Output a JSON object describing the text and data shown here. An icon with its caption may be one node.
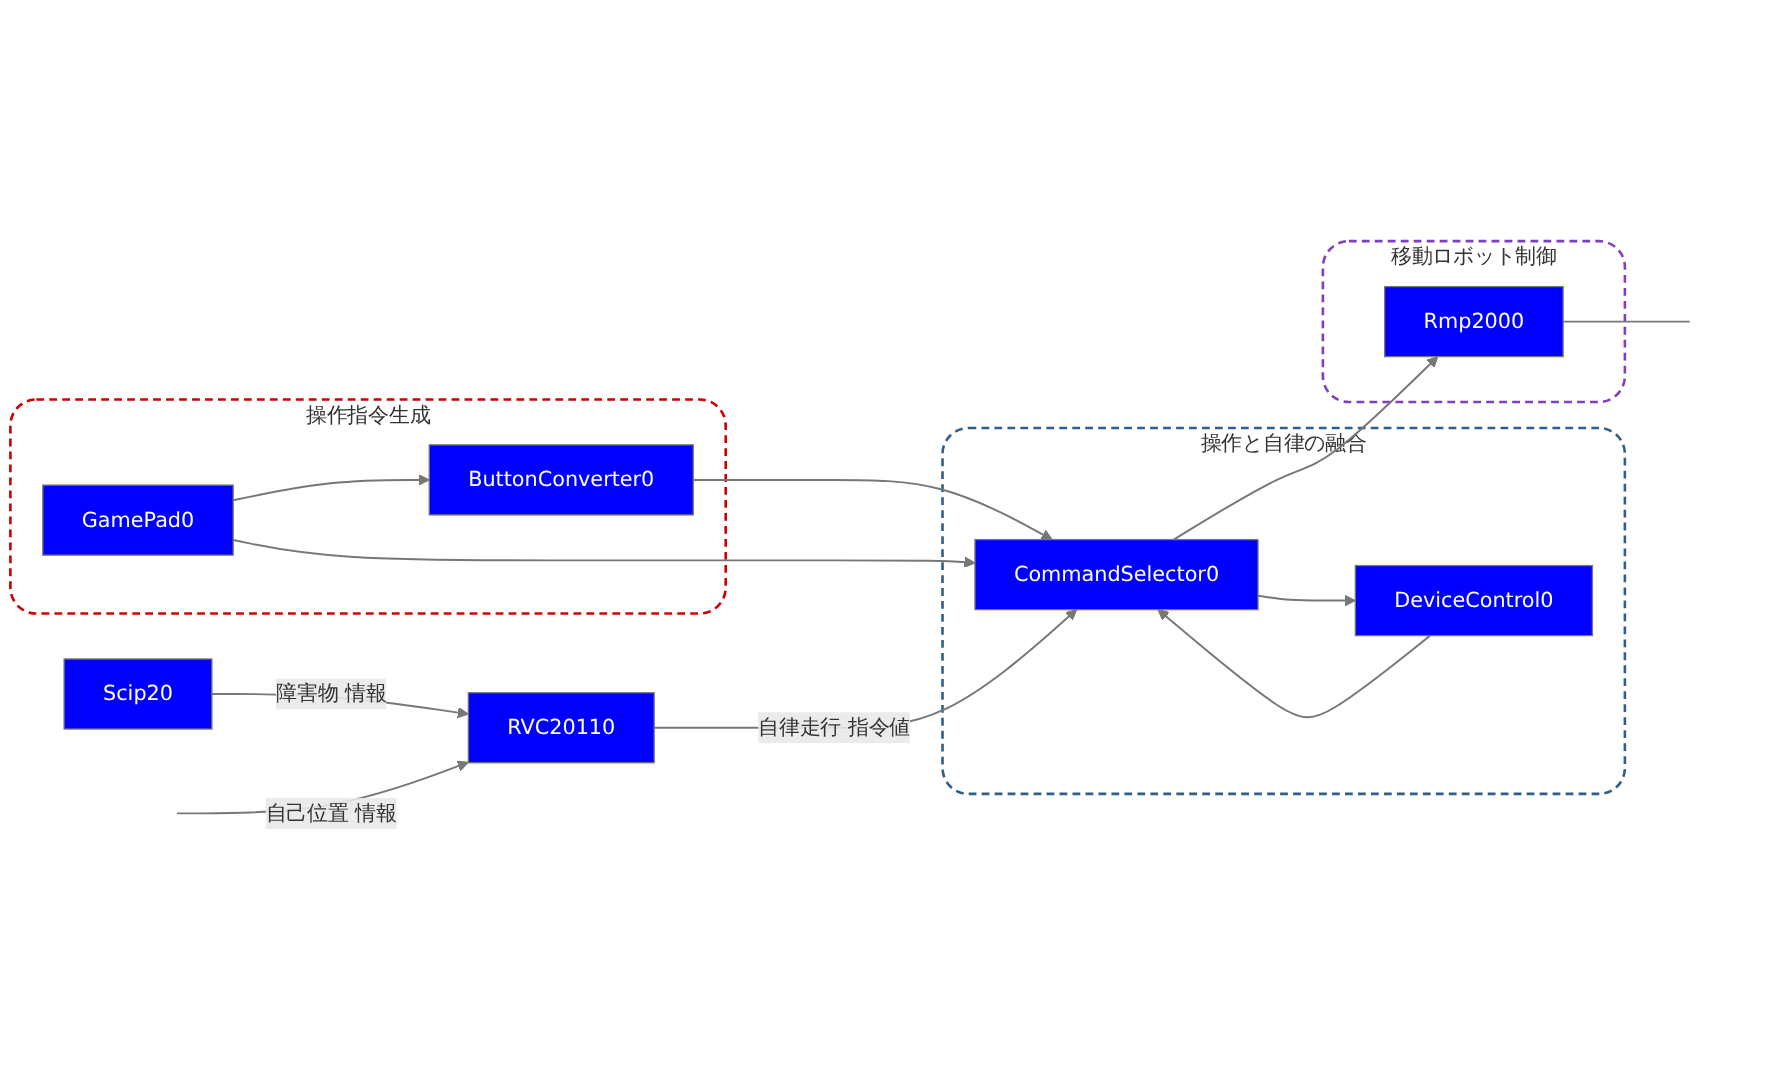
{
  "diagram": {
    "nodes": [
      {
        "text": [
          "操作指令生成"
        ]
      },
      {
        "text": [
          "GamePad0"
        ],
        "in": 0
      },
      {
        "text": [
          "ButtonConverter0"
        ],
        "in": 0
      },
      {
        "text": [
          "操作と自律の融合"
        ]
      },
      {
        "text": [
          "CommandSelector0"
        ],
        "in": 3
      },
      {
        "text": [
          "DeviceControl0"
        ],
        "in": 3
      },
      {
        "text": [
          "移動ロボット制御"
        ]
      },
      {
        "text": [
          "Rmp2000"
        ],
        "in": 6
      },
      {
        "text": [
          "Scip20"
        ]
      },
      {
        "text": [
          "RVC20110"
        ]
      }
    ],
    "edges": [
      {
        "from": 1,
        "to": 2,
        "arrow": "to"
      },
      {
        "from": 2,
        "to": 4,
        "arrow": "to"
      },
      {
        "from": 1,
        "to": 4,
        "arrow": "to"
      },
      {
        "from": 4,
        "to": 7,
        "arrow": "to"
      },
      {
        "from": 4,
        "to": 5,
        "arrow": "to"
      },
      {
        "from": 5,
        "to": 4,
        "arrow": "to"
      },
      {
        "from": 9,
        "to": 4,
        "label": "自律走行 指令値",
        "arrow": "to"
      },
      {
        "from": 8,
        "to": 9,
        "label": "障害物 情報",
        "arrow": "to"
      },
      {
        "from": 7,
        "to": null,
        "arrow": "none"
      },
      {
        "from": null,
        "to": 9,
        "label": "自己位置 情報",
        "arrow": "to"
      }
    ]
  }
}
